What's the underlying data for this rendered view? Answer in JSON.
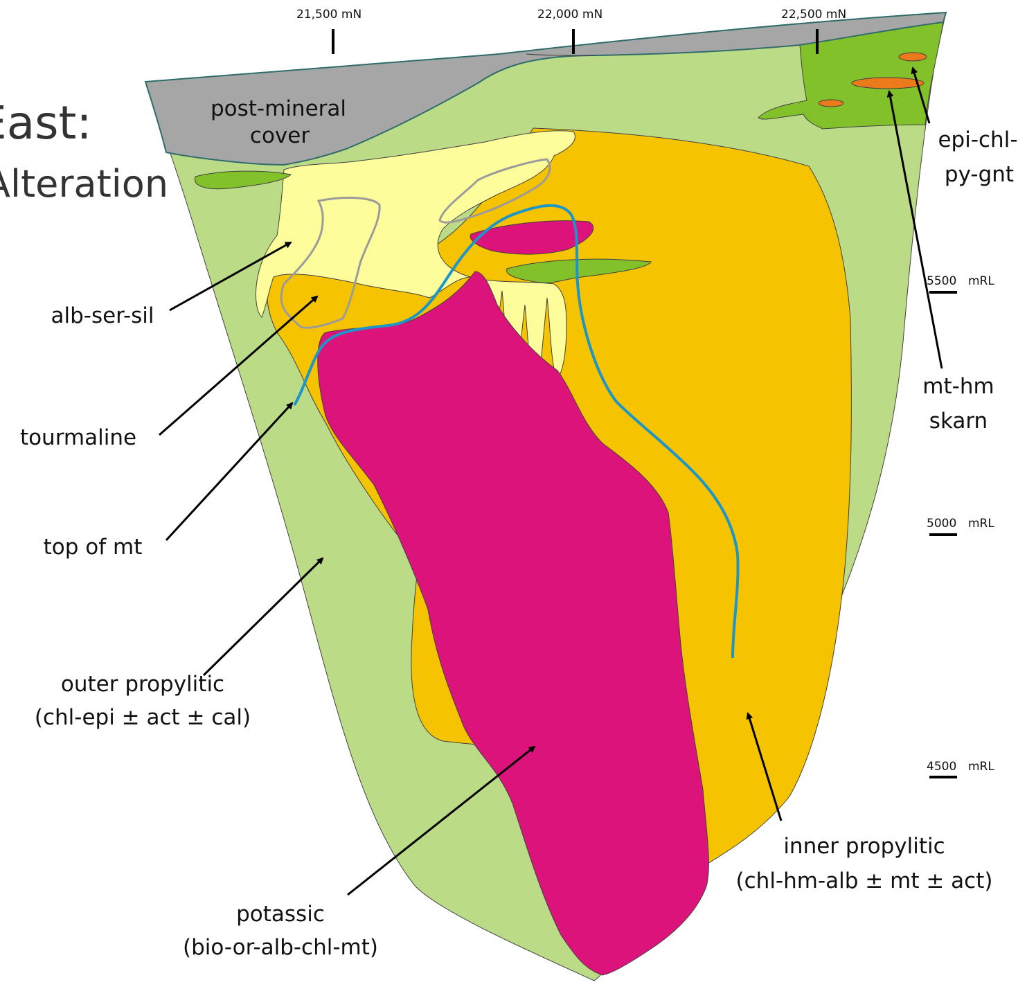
{
  "title": {
    "line1": "East:",
    "line2": "Alteration"
  },
  "northings": [
    "21,500 mN",
    "22,000 mN",
    "22,500 mN"
  ],
  "elevations": [
    {
      "value": "5500",
      "unit": "mRL"
    },
    {
      "value": "5000",
      "unit": "mRL"
    },
    {
      "value": "4500",
      "unit": "mRL"
    }
  ],
  "labels": {
    "cover_1": "post-mineral",
    "cover_2": "cover",
    "alb_ser_sil": "alb-ser-sil",
    "tourmaline": "tourmaline",
    "top_of_mt": "top of mt",
    "outer_1": "outer propylitic",
    "outer_2": "(chl-epi ± act ± cal)",
    "potassic_1": "potassic",
    "potassic_2": "(bio-or-alb-chl-mt)",
    "inner_1": "inner propylitic",
    "inner_2": "(chl-hm-alb ± mt ± act)",
    "epi_1": "epi-chl-",
    "epi_2": "py-gnt",
    "skarn_1": "mt-hm",
    "skarn_2": "skarn"
  },
  "colors": {
    "outer_propylitic": "#bcdb86",
    "inner_propylitic": "#f6c300",
    "potassic": "#db137b",
    "alb_ser_sil": "#fdfd9b",
    "epi_chl": "#82c12a",
    "skarn": "#ea7a1a",
    "cover": "#a6a6a6",
    "top_of_mt_line": "#1c95c8",
    "tourmaline_outline": "#9b9b9b"
  }
}
